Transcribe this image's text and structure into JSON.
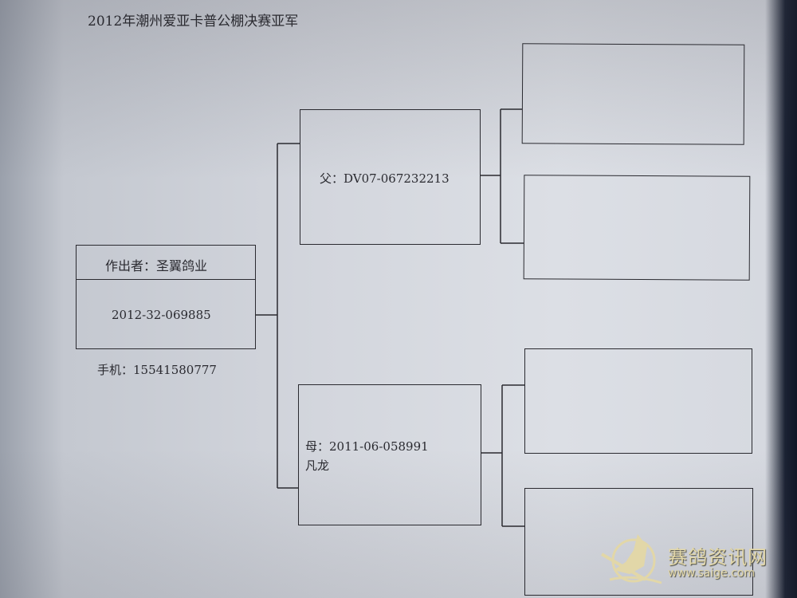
{
  "title": "2012年潮州爱亚卡普公棚决赛亚军",
  "subject": {
    "breeder_label": "作出者：圣翼鸽业",
    "ring": "2012-32-069885",
    "phone": "手机：15541580777"
  },
  "sire": {
    "label": "父：DV07-067232213"
  },
  "dam": {
    "label": "母：2011-06-058991",
    "name": "凡龙"
  },
  "watermark": {
    "name": "赛鸽资讯网",
    "url": "www.saige.com"
  }
}
